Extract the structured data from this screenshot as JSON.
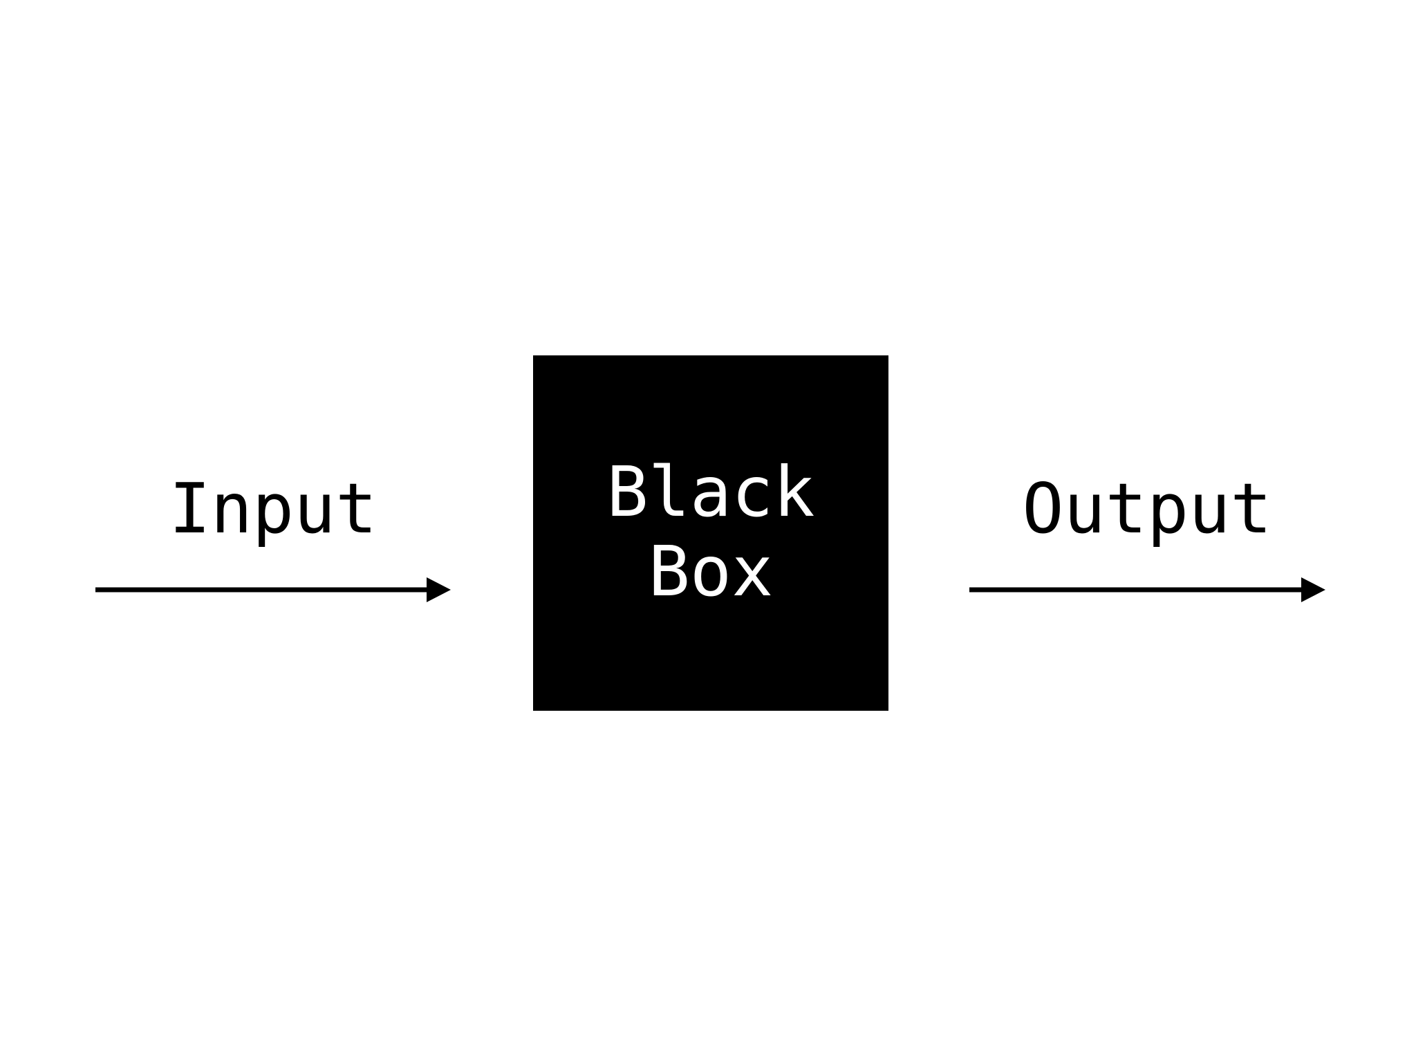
{
  "diagram": {
    "input_label": "Input",
    "box_label_line1": "Black",
    "box_label_line2": "Box",
    "output_label": "Output",
    "colors": {
      "background": "#ffffff",
      "box_fill": "#000000",
      "box_text": "#ffffff",
      "text": "#000000",
      "arrow": "#000000"
    }
  }
}
